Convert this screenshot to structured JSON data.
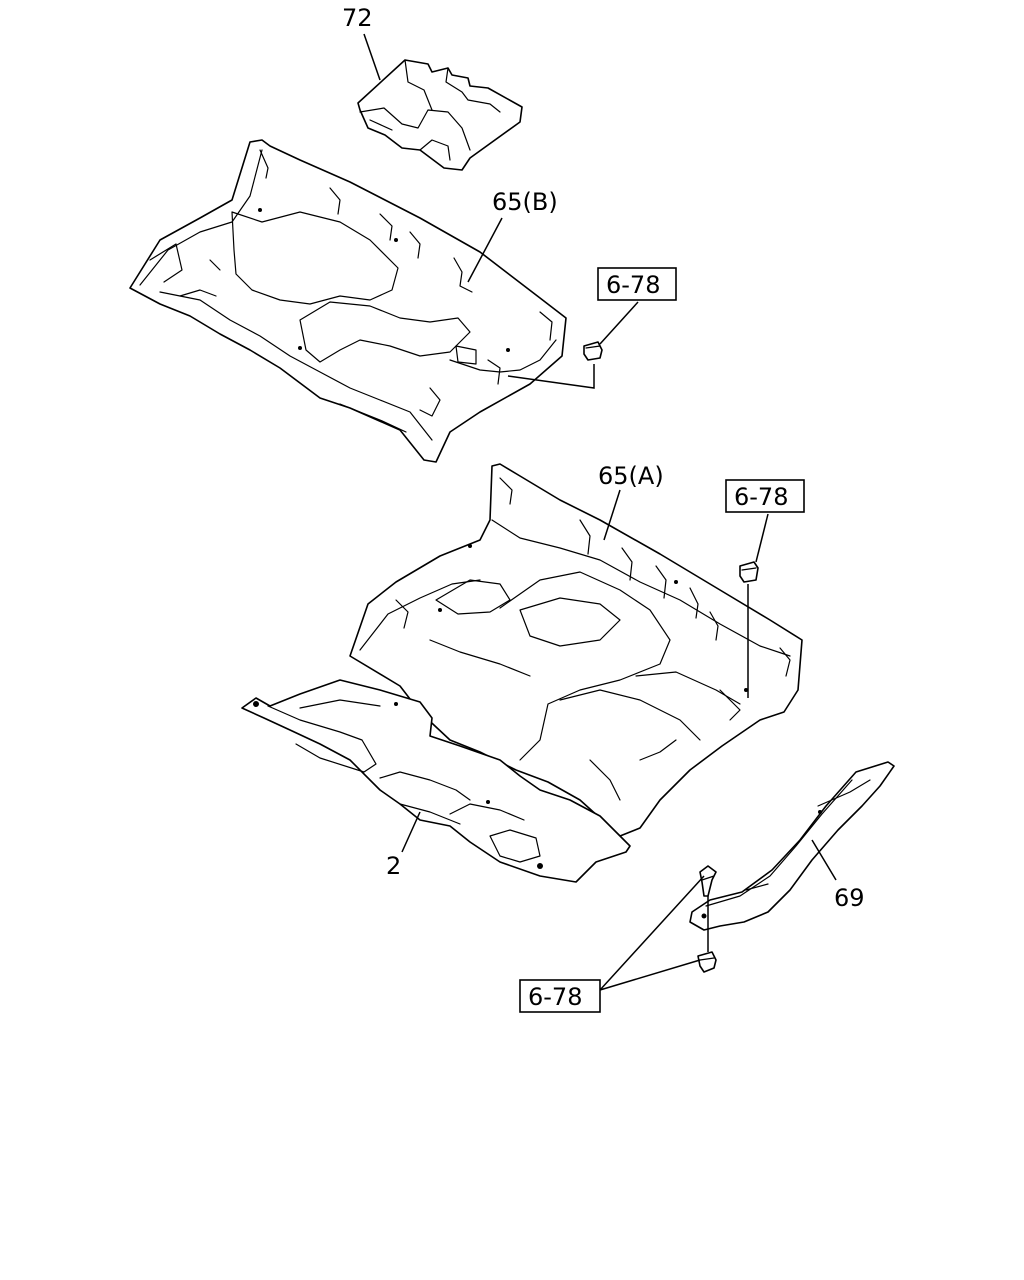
{
  "callouts": {
    "part_72": "72",
    "part_65b": "65(B)",
    "part_65a": "65(A)",
    "part_2": "2",
    "part_69": "69"
  },
  "references": {
    "ref_top": "6-78",
    "ref_middle": "6-78",
    "ref_bottom": "6-78"
  }
}
